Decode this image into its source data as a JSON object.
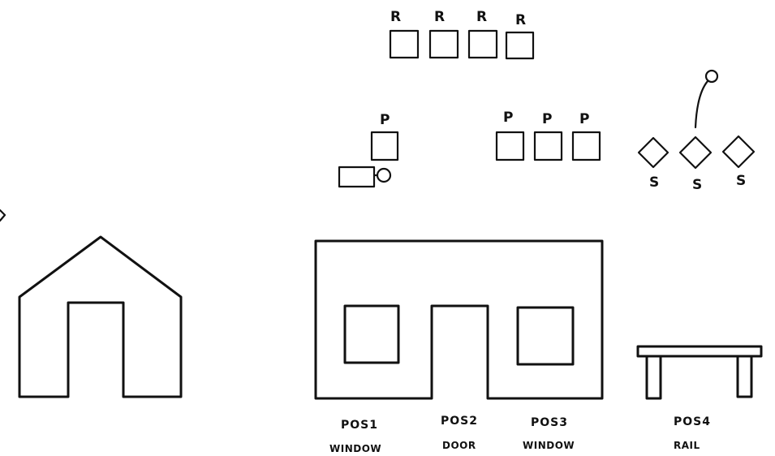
{
  "markers": {
    "r": "R",
    "p": "P",
    "s": "S"
  },
  "positions": [
    {
      "id": "pos1",
      "label": "POS1",
      "sub": "WINDOW"
    },
    {
      "id": "pos2",
      "label": "POS2",
      "sub": "DOOR"
    },
    {
      "id": "pos3",
      "label": "POS3",
      "sub": "WINDOW"
    },
    {
      "id": "pos4",
      "label": "POS4",
      "sub": "RAIL"
    }
  ],
  "colors": {
    "ink": "#111111",
    "paper": "#ffffff"
  }
}
